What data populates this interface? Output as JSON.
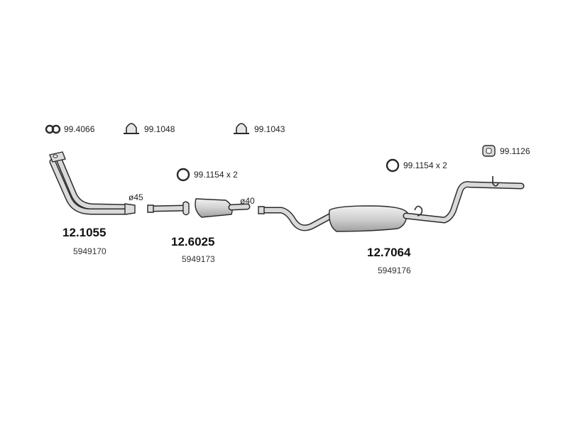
{
  "hardware": {
    "gasket_top_left": {
      "label": "99.4066",
      "icon": "double-gasket-icon"
    },
    "clamp_1": {
      "label": "99.1048",
      "icon": "u-clamp-icon"
    },
    "clamp_2": {
      "label": "99.1043",
      "icon": "u-clamp-icon"
    },
    "ring_front": {
      "label": "99.1154 x 2",
      "icon": "rubber-ring-icon"
    },
    "ring_rear": {
      "label": "99.1154 x 2",
      "icon": "rubber-ring-icon"
    },
    "hanger_rear": {
      "label": "99.1126",
      "icon": "rubber-hanger-icon"
    }
  },
  "parts": {
    "front_pipe": {
      "part_number": "12.1055",
      "oe_number": "5949170",
      "diameter": "ø45"
    },
    "center_muffler": {
      "part_number": "12.6025",
      "oe_number": "5949173",
      "diameter": "ø40"
    },
    "rear_muffler": {
      "part_number": "12.7064",
      "oe_number": "5949176"
    }
  },
  "colors": {
    "outline": "#2a2a2a",
    "metal_light": "#e8e8e8",
    "metal_dark": "#a8a8a8",
    "text": "#111111"
  }
}
